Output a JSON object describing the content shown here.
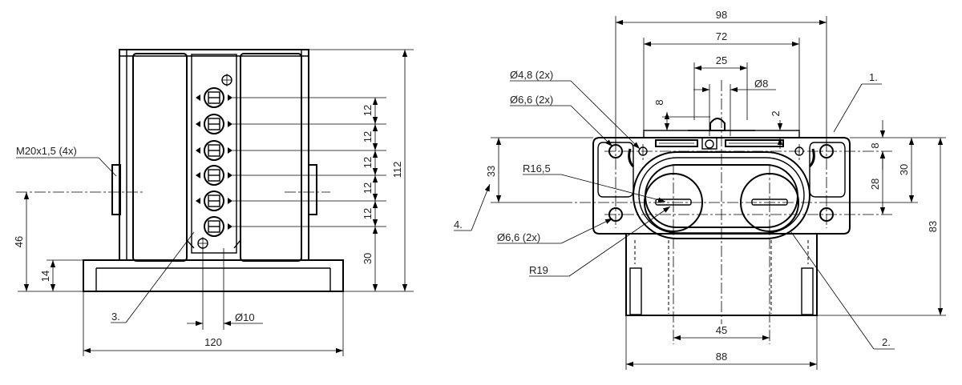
{
  "left_view": {
    "dims": {
      "d120": "120",
      "d112": "112",
      "d46": "46",
      "d14": "14",
      "d30": "30",
      "d12": "12",
      "d10": "Ø10",
      "thread": "M20x1,5 (4x)"
    },
    "callouts": {
      "c3": "3."
    }
  },
  "right_view": {
    "dims": {
      "d98": "98",
      "d72": "72",
      "d25": "25",
      "d8dia": "Ø8",
      "d8v": "8",
      "d2": "2",
      "d33": "33",
      "d8r": "8",
      "d30": "30",
      "d28": "28",
      "d83": "83",
      "d45": "45",
      "d88": "88",
      "hole48": "Ø4,8 (2x)",
      "hole66a": "Ø6,6 (2x)",
      "hole66b": "Ø6,6 (2x)",
      "r165": "R16,5",
      "r19": "R19"
    },
    "callouts": {
      "c1": "1.",
      "c2": "2.",
      "c4": "4."
    }
  }
}
